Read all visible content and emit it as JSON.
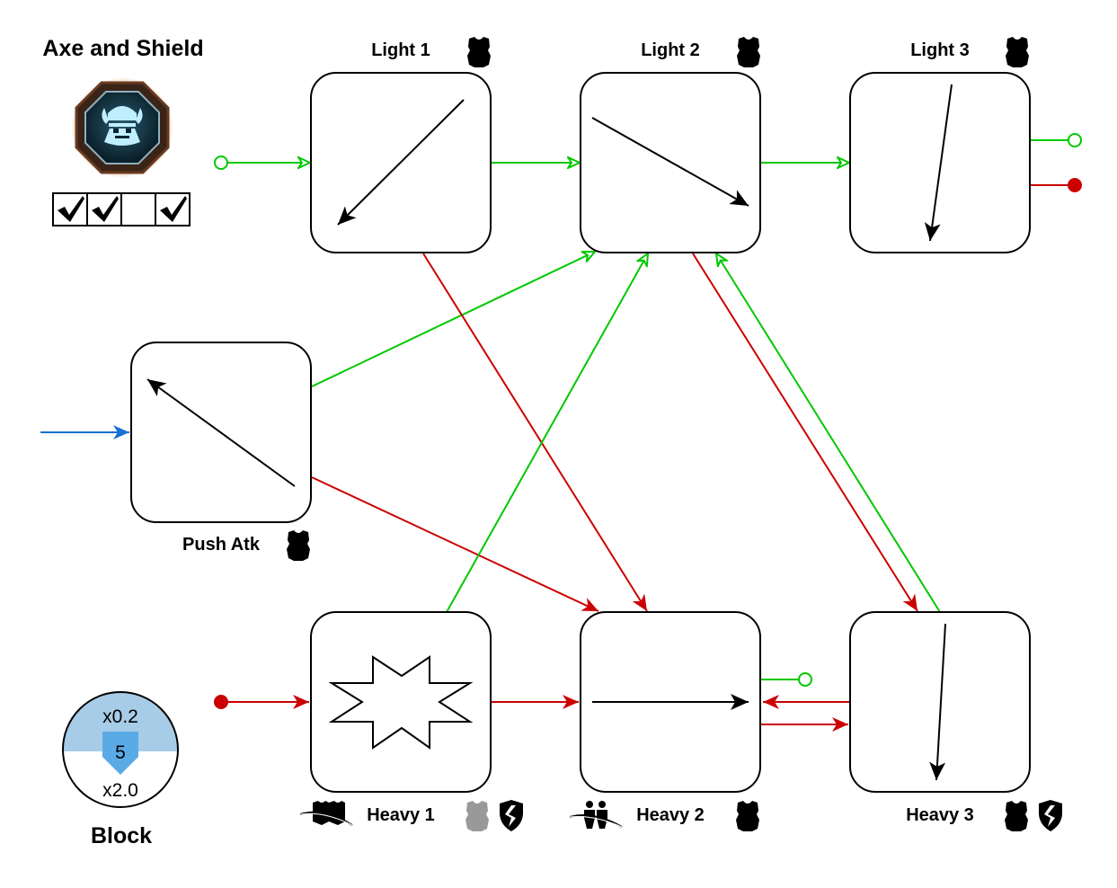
{
  "title": "Axe and Shield",
  "weapon_icon": "viking-helmet-emblem-icon",
  "checkboxes": [
    true,
    true,
    false,
    true
  ],
  "colors": {
    "success_path": "#00c800",
    "failure_path": "#cc0000",
    "entry_path": "#1670d0",
    "block_top": "#a7cce8",
    "block_badge": "#5aaae6",
    "icon_dark": "#000000",
    "icon_inactive": "#999999"
  },
  "nodes": [
    {
      "id": "light1",
      "label": "Light 1",
      "direction": "up-right to down-left",
      "icons": [
        "armor-icon"
      ]
    },
    {
      "id": "light2",
      "label": "Light 2",
      "direction": "up-left to down-right",
      "icons": [
        "armor-icon"
      ]
    },
    {
      "id": "light3",
      "label": "Light 3",
      "direction": "top to bottom",
      "icons": [
        "armor-icon"
      ]
    },
    {
      "id": "push",
      "label": "Push Atk",
      "direction": "down-right to up-left",
      "icons": [
        "armor-icon"
      ]
    },
    {
      "id": "heavy1",
      "label": "Heavy 1",
      "direction": "burst",
      "icons": [
        "guard-break-icon",
        "armor-inactive-icon",
        "broken-shield-icon"
      ]
    },
    {
      "id": "heavy2",
      "label": "Heavy 2",
      "direction": "left to right",
      "icons": [
        "team-sweep-icon",
        "armor-icon"
      ]
    },
    {
      "id": "heavy3",
      "label": "Heavy 3",
      "direction": "top to bottom",
      "icons": [
        "armor-icon",
        "broken-shield-icon"
      ]
    }
  ],
  "edges": [
    {
      "from": "start-light",
      "to": "light1",
      "type": "light"
    },
    {
      "from": "light1",
      "to": "light2",
      "type": "light"
    },
    {
      "from": "light2",
      "to": "light3",
      "type": "light"
    },
    {
      "from": "light3",
      "to": "end-light",
      "type": "light"
    },
    {
      "from": "light3",
      "to": "end-heavy",
      "type": "heavy"
    },
    {
      "from": "start-push",
      "to": "push",
      "type": "entry"
    },
    {
      "from": "push",
      "to": "light2",
      "type": "light"
    },
    {
      "from": "push",
      "to": "heavy2",
      "type": "heavy"
    },
    {
      "from": "light1",
      "to": "heavy2",
      "type": "heavy"
    },
    {
      "from": "light2",
      "to": "heavy3",
      "type": "heavy"
    },
    {
      "from": "heavy1",
      "to": "light2",
      "type": "light"
    },
    {
      "from": "heavy3",
      "to": "light2",
      "type": "light"
    },
    {
      "from": "start-heavy",
      "to": "heavy1",
      "type": "heavy"
    },
    {
      "from": "heavy1",
      "to": "heavy2",
      "type": "heavy"
    },
    {
      "from": "heavy2",
      "to": "end-light",
      "type": "light"
    },
    {
      "from": "heavy2",
      "to": "heavy3",
      "type": "heavy"
    },
    {
      "from": "heavy3",
      "to": "heavy2",
      "type": "heavy"
    }
  ],
  "block": {
    "label": "Block",
    "top_multiplier": "x0.2",
    "value": "5",
    "bottom_multiplier": "x2.0"
  }
}
